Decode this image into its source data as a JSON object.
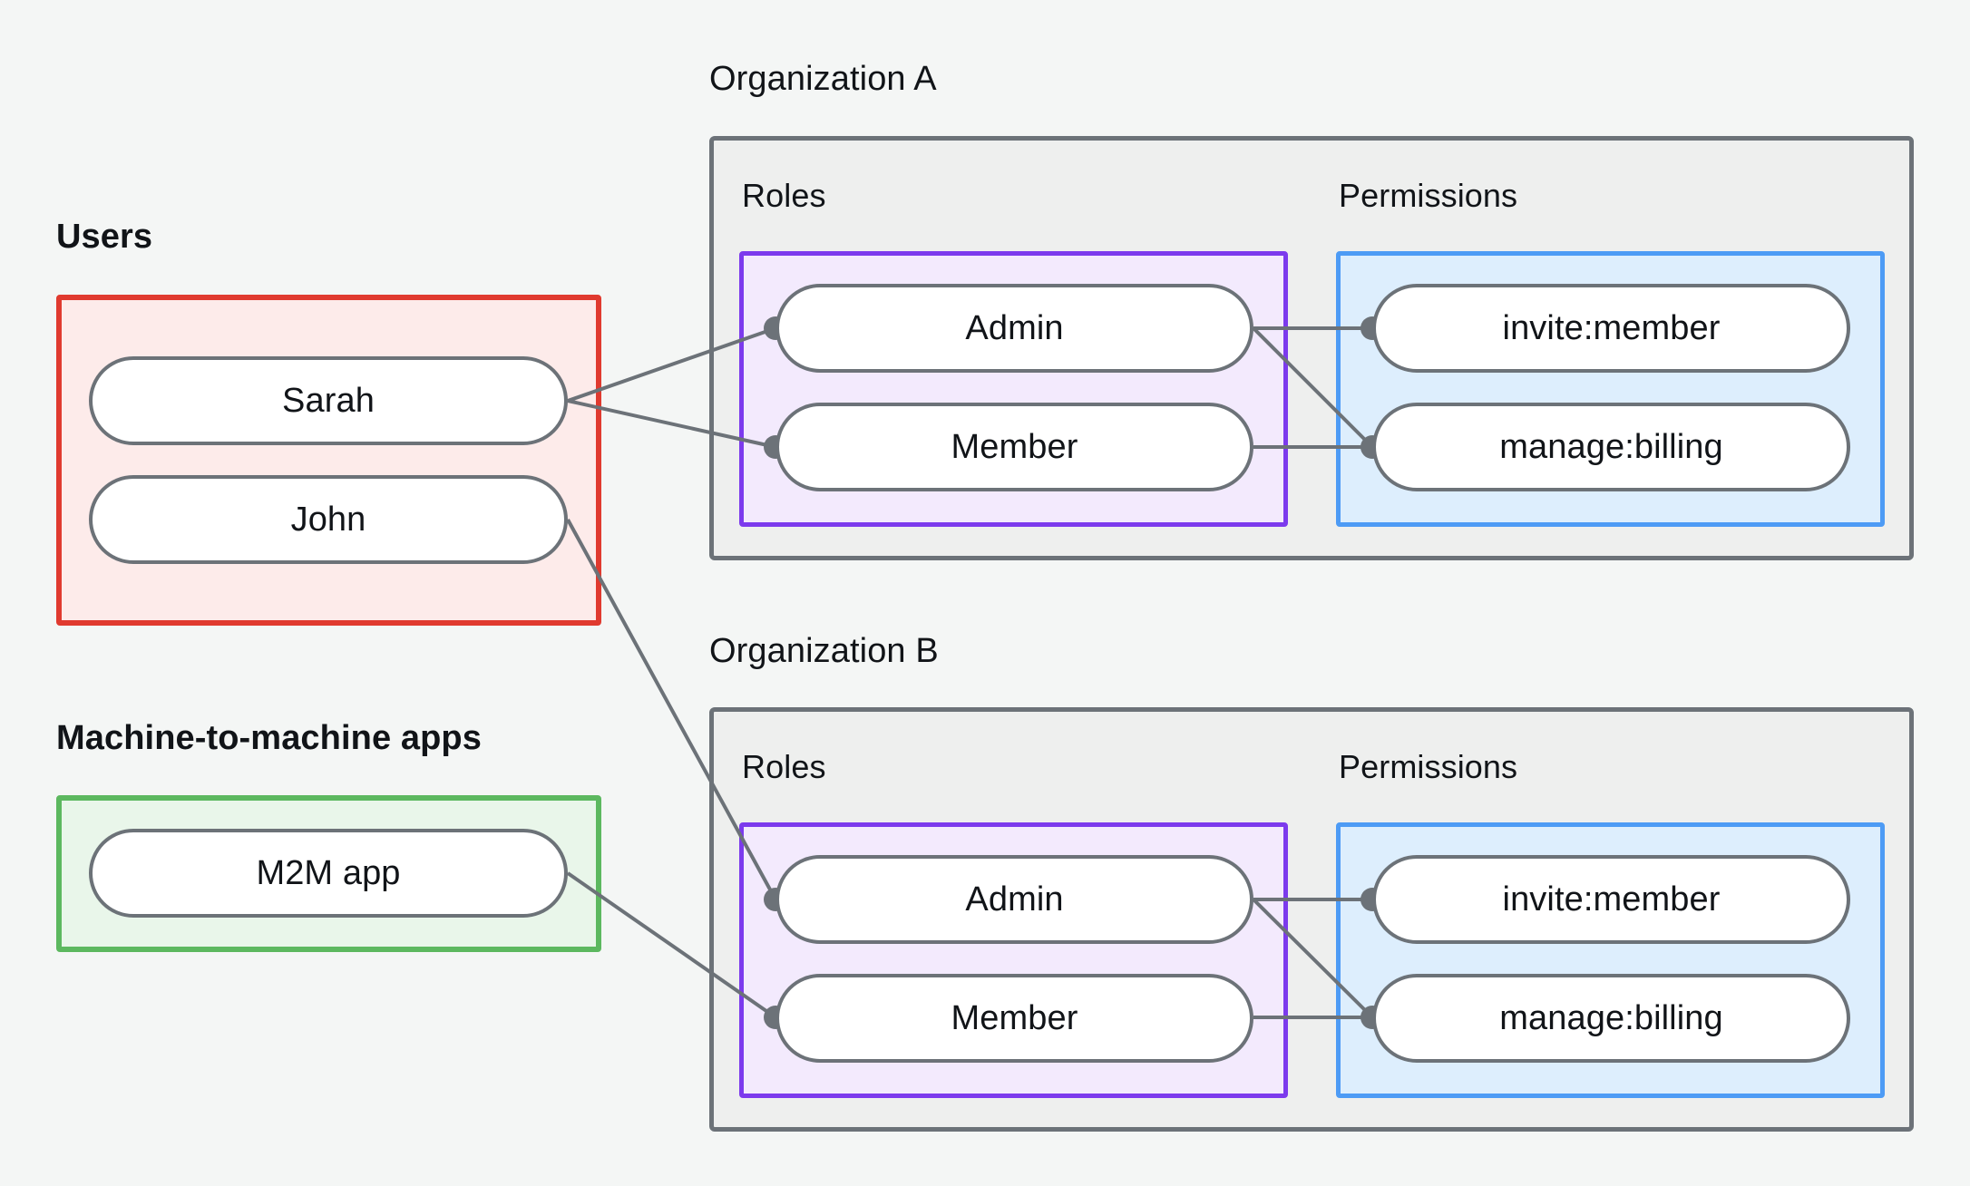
{
  "diagram": {
    "title_users": "Users",
    "title_m2m": "Machine-to-machine apps",
    "background_color": "#f4f6f5"
  },
  "left_column": {
    "users_group": {
      "label": "Users",
      "border_color": "#e03a2f",
      "fill_color": "#fdebea",
      "nodes": [
        {
          "id": "sarah",
          "label": "Sarah"
        },
        {
          "id": "john",
          "label": "John"
        }
      ]
    },
    "m2m_group": {
      "label": "Machine-to-machine apps",
      "border_color": "#5cb85f",
      "fill_color": "#e9f6ea",
      "nodes": [
        {
          "id": "m2m-app",
          "label": "M2M app"
        }
      ]
    }
  },
  "organizations": [
    {
      "id": "org-a",
      "title": "Organization A",
      "roles_label": "Roles",
      "permissions_label": "Permissions",
      "roles_border_color": "#7c3aed",
      "roles_fill_color": "#f3eafd",
      "permissions_border_color": "#4d9bf5",
      "permissions_fill_color": "#ddeefd",
      "roles": [
        {
          "id": "orga-admin",
          "label": "Admin"
        },
        {
          "id": "orga-member",
          "label": "Member"
        }
      ],
      "permissions": [
        {
          "id": "orga-invite",
          "label": "invite:member"
        },
        {
          "id": "orga-billing",
          "label": "manage:billing"
        }
      ]
    },
    {
      "id": "org-b",
      "title": "Organization B",
      "roles_label": "Roles",
      "permissions_label": "Permissions",
      "roles_border_color": "#7c3aed",
      "roles_fill_color": "#f3eafd",
      "permissions_border_color": "#4d9bf5",
      "permissions_fill_color": "#ddeefd",
      "roles": [
        {
          "id": "orgb-admin",
          "label": "Admin"
        },
        {
          "id": "orgb-member",
          "label": "Member"
        }
      ],
      "permissions": [
        {
          "id": "orgb-invite",
          "label": "invite:member"
        },
        {
          "id": "orgb-billing",
          "label": "manage:billing"
        }
      ]
    }
  ],
  "connections": [
    {
      "from": "sarah",
      "to": "orga-admin"
    },
    {
      "from": "sarah",
      "to": "orga-member"
    },
    {
      "from": "john",
      "to": "orgb-admin"
    },
    {
      "from": "m2m-app",
      "to": "orgb-member"
    },
    {
      "from": "orga-admin",
      "to": "orga-invite"
    },
    {
      "from": "orga-admin",
      "to": "orga-billing"
    },
    {
      "from": "orga-member",
      "to": "orga-billing"
    },
    {
      "from": "orgb-admin",
      "to": "orgb-invite"
    },
    {
      "from": "orgb-admin",
      "to": "orgb-billing"
    },
    {
      "from": "orgb-member",
      "to": "orgb-billing"
    }
  ]
}
